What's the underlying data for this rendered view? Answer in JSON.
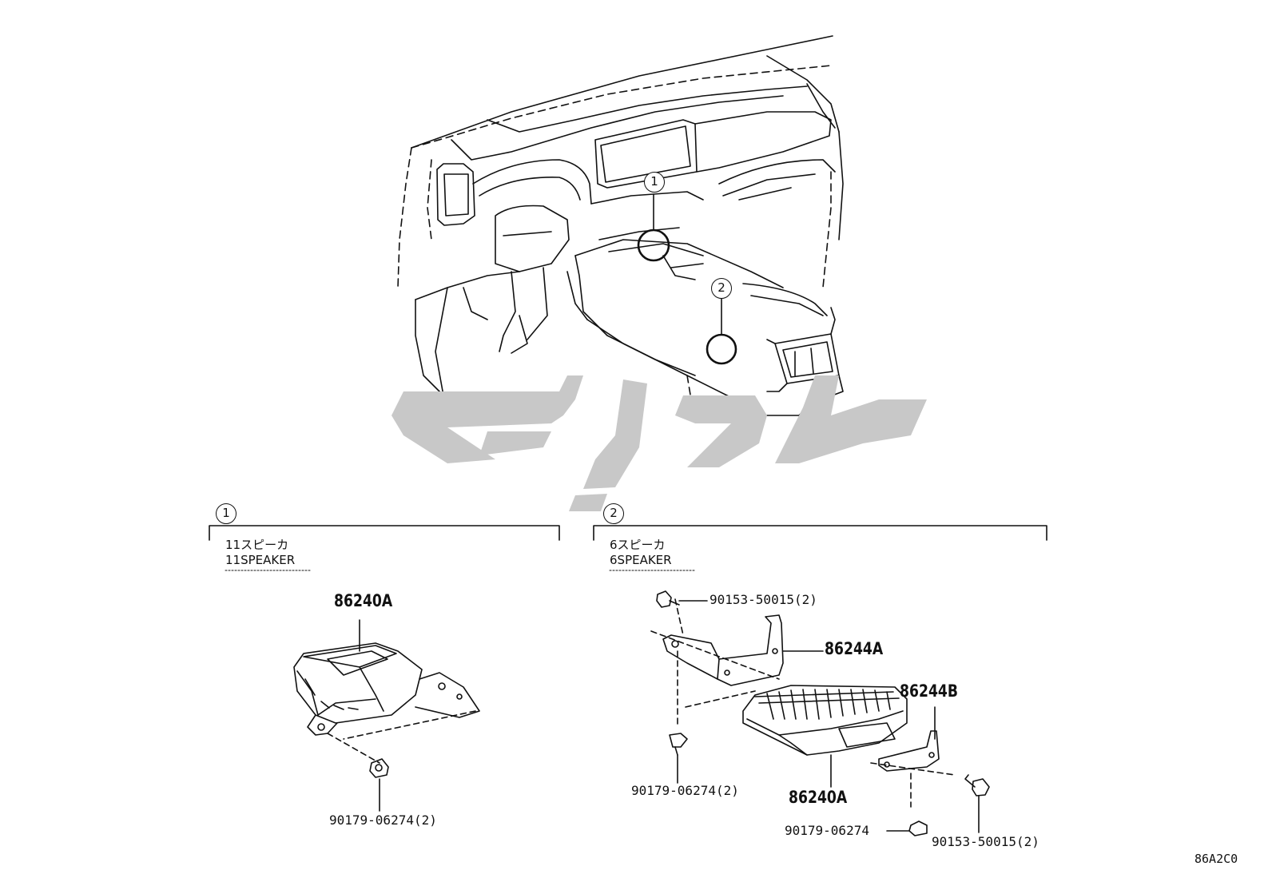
{
  "callouts": {
    "one": "1",
    "two": "2"
  },
  "section1": {
    "callout": "1",
    "caption_jp": "11スピーカ",
    "caption_en": "11SPEAKER",
    "parts": {
      "amp": "86240A",
      "clip": "90179-06274(2)"
    }
  },
  "section2": {
    "callout": "2",
    "caption_jp": "6スピーカ",
    "caption_en": "6SPEAKER",
    "parts": {
      "bolt_top": "90153-50015(2)",
      "bracket_a": "86244A",
      "bracket_b": "86244B",
      "clip_left": "90179-06274(2)",
      "amp": "86240A",
      "clip_bottom": "90179-06274",
      "bolt_bottom": "90153-50015(2)"
    }
  },
  "diagram_code": "86A2C0",
  "watermark": {
    "text": "تويوتا",
    "color": "#c8c8c8"
  },
  "colors": {
    "line": "#111111",
    "background": "#ffffff"
  }
}
